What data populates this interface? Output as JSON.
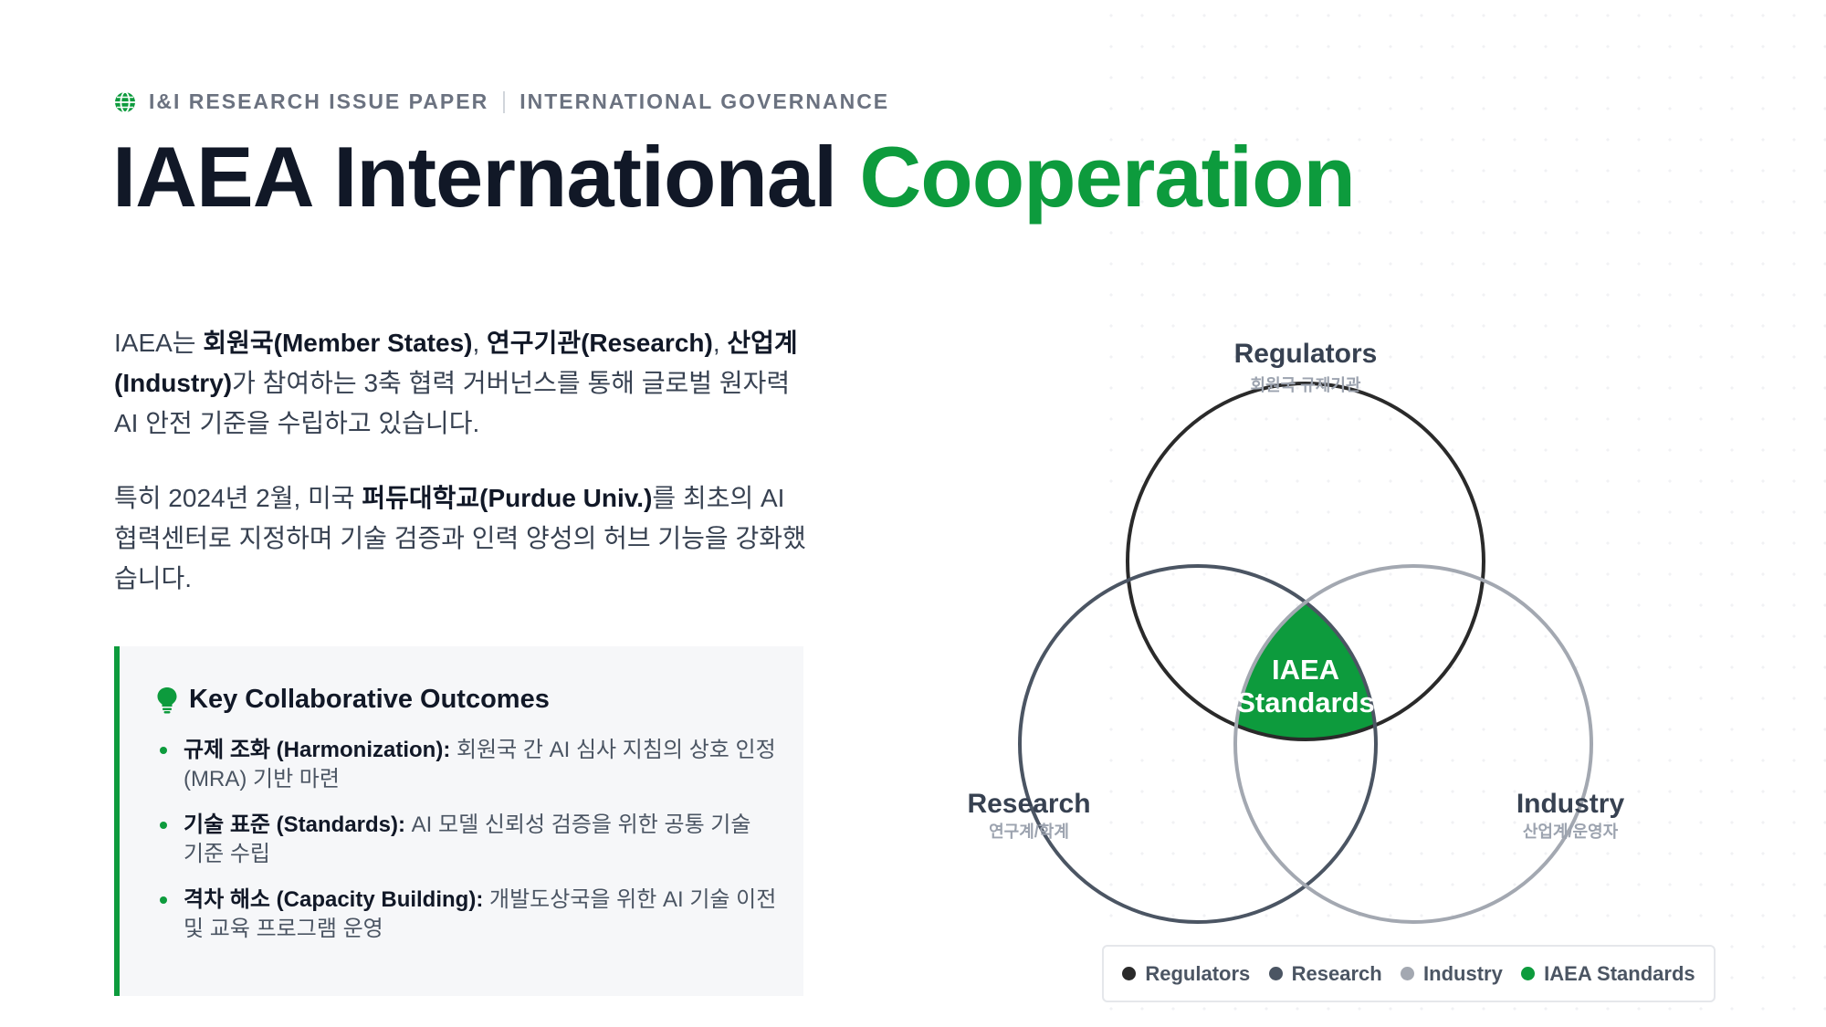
{
  "header": {
    "kicker_left": "I&I RESEARCH ISSUE PAPER",
    "kicker_right": "INTERNATIONAL GOVERNANCE",
    "title_main": "IAEA International",
    "title_accent": "Cooperation"
  },
  "intro": {
    "p1": [
      {
        "t": "IAEA는 ",
        "b": false
      },
      {
        "t": "회원국(Member States)",
        "b": true
      },
      {
        "t": ", ",
        "b": false
      },
      {
        "t": "연구기관(Research)",
        "b": true
      },
      {
        "t": ", ",
        "b": false
      },
      {
        "t": "산업계 (Industry)",
        "b": true
      },
      {
        "t": "가 참여하는 3축 협력 거버넌스를 통해 글로벌 원자력 AI 안전 기준을 수립하고 있습니다.",
        "b": false
      }
    ],
    "p2": [
      {
        "t": "특히 2024년 2월, 미국 ",
        "b": false
      },
      {
        "t": "퍼듀대학교(Purdue Univ.)",
        "b": true
      },
      {
        "t": "를 최초의 AI 협력센터로 지정하며 기술 검증과 인력 양성의 허브 기능을 강화했습니다.",
        "b": false
      }
    ]
  },
  "outcomes": {
    "title": "Key Collaborative Outcomes",
    "items": [
      {
        "label": "규제 조화 (Harmonization):",
        "text": " 회원국 간 AI 심사 지침의 상호 인정(MRA) 기반 마련"
      },
      {
        "label": "기술 표준 (Standards):",
        "text": " AI 모델 신뢰성 검증을 위한 공통 기술 기준 수립"
      },
      {
        "label": "격차 해소 (Capacity Building):",
        "text": " 개발도상국을 위한 AI 기술 이전 및 교육 프로그램 운영"
      }
    ]
  },
  "venn": {
    "sets": [
      {
        "name": "Regulators",
        "sub": "회원국 규제기관",
        "color": "#2a2a2a"
      },
      {
        "name": "Research",
        "sub": "연구계/학계",
        "color": "#4b5563"
      },
      {
        "name": "Industry",
        "sub": "산업계/운영자",
        "color": "#a3a8b1"
      }
    ],
    "center_line1": "IAEA",
    "center_line2": "Standards",
    "center_color": "#0d9b3d"
  },
  "legend": {
    "items": [
      {
        "label": "Regulators",
        "color": "#2a2a2a"
      },
      {
        "label": "Research",
        "color": "#4b5563"
      },
      {
        "label": "Industry",
        "color": "#a3a8b1"
      },
      {
        "label": "IAEA Standards",
        "color": "#0d9b3d"
      }
    ]
  }
}
